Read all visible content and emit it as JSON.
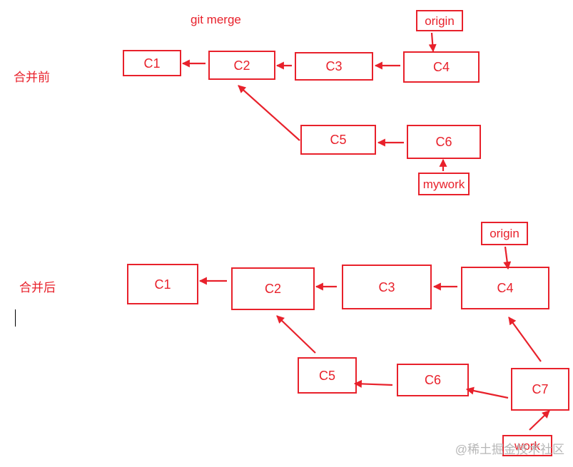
{
  "title": "git merge",
  "section_before": "合并前",
  "section_after": "合并后",
  "watermark": "@稀土掘金技术社区",
  "colors": {
    "accent": "#e8212b"
  },
  "before": {
    "c1": "C1",
    "c2": "C2",
    "c3": "C3",
    "c4": "C4",
    "c5": "C5",
    "c6": "C6",
    "origin": "origin",
    "mywork": "mywork"
  },
  "after": {
    "c1": "C1",
    "c2": "C2",
    "c3": "C3",
    "c4": "C4",
    "c5": "C5",
    "c6": "C6",
    "c7": "C7",
    "origin": "origin",
    "mywork": "work"
  }
}
